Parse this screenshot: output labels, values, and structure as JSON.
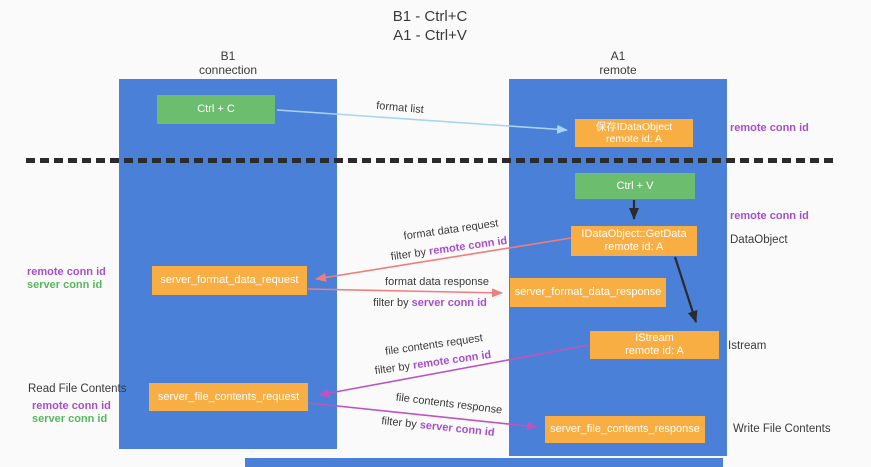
{
  "title": {
    "line1": "B1 - Ctrl+C",
    "line2": "A1 - Ctrl+V"
  },
  "lanes": {
    "left": {
      "title": "B1",
      "subtitle": "connection"
    },
    "right": {
      "title": "A1",
      "subtitle": "remote"
    }
  },
  "nodes": {
    "ctrl_c": {
      "label": "Ctrl + C"
    },
    "ctrl_v": {
      "label": "Ctrl + V"
    },
    "save_dataobject": {
      "line1": "保存IDataObject",
      "line2": "remote id: A"
    },
    "getdata": {
      "line1": "IDataObject::GetData",
      "line2": "remote id: A"
    },
    "server_format_data_request": {
      "label": "server_format_data_request"
    },
    "server_format_data_response": {
      "label": "server_format_data_response"
    },
    "istream": {
      "line1": "IStream",
      "line2": "remote id: A"
    },
    "server_file_contents_request": {
      "label": "server_file_contents_request"
    },
    "server_file_contents_response": {
      "label": "server_file_contents_response"
    }
  },
  "edges": {
    "format_list": {
      "label": "format list"
    },
    "format_data_request": {
      "label": "format data request",
      "filter_prefix": "filter by",
      "filter_key": "remote conn id"
    },
    "format_data_response": {
      "label": "format data response",
      "filter_prefix": "filter by",
      "filter_key": "server conn id"
    },
    "file_contents_request": {
      "label": "file contents request",
      "filter_prefix": "filter by",
      "filter_key": "remote conn id"
    },
    "file_contents_response": {
      "label": "file contents response",
      "filter_prefix": "filter by",
      "filter_key": "server conn id"
    }
  },
  "annotations": {
    "right_remote_conn_id_top": "remote conn id",
    "right_remote_conn_id_mid": "remote conn id",
    "right_dataobject": "DataObject",
    "right_istream": "Istream",
    "right_write_file_contents": "Write File Contents",
    "left_remote_conn_id_top": "remote conn id",
    "left_server_conn_id_top": "server conn id",
    "left_read_file_contents": "Read File Contents",
    "left_remote_conn_id_bottom": "remote conn id",
    "left_server_conn_id_bottom": "server conn id"
  },
  "colors": {
    "lane_blue": "#4a80d8",
    "node_green": "#6cbe6e",
    "node_orange": "#f8ae42",
    "arrow_light_blue": "#a9d3f0",
    "arrow_red": "#ee7e7e",
    "arrow_magenta": "#be55be",
    "arrow_black": "#2b2b2b",
    "text_purple": "#a64fc8",
    "text_green": "#58b85c"
  }
}
